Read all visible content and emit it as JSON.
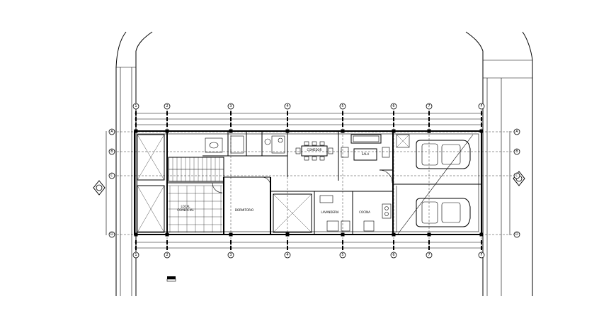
{
  "grid": {
    "columns": [
      "1",
      "2",
      "3",
      "4",
      "5",
      "6",
      "7",
      "F"
    ],
    "rows": [
      "A",
      "B",
      "C",
      "D"
    ]
  },
  "rooms": {
    "local_comercial": [
      "LOCAL",
      "COMERCIAL"
    ],
    "dormitorio": "DORMITORIO",
    "comedor": "COMEDOR",
    "sala": "SALA",
    "lavanderia": "LAVANDERIA",
    "cocina": "COCINA"
  },
  "icons": {
    "north_arrow": "section-marker-icon",
    "car": "car-icon",
    "sofa": "sofa-icon",
    "dining_table": "dining-table-icon",
    "stair": "stair-icon"
  }
}
